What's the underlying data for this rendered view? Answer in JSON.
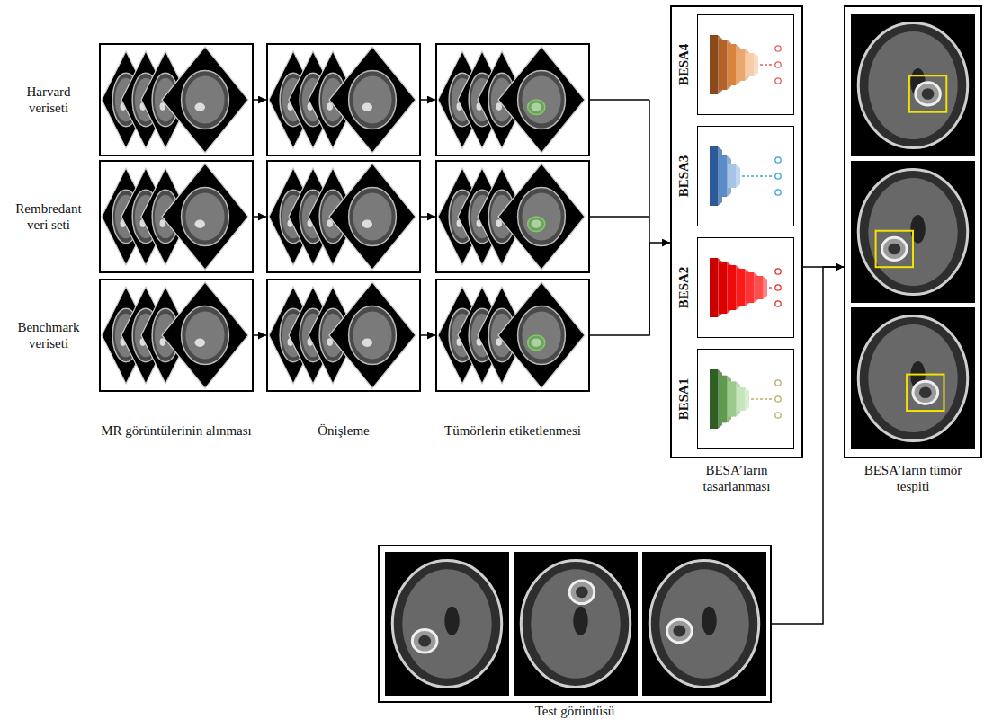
{
  "diagram": {
    "nodes": [
      {
        "text": [
          "Harvard veriseti"
        ]
      },
      {
        "text": [
          "Rembredant veri seti"
        ]
      },
      {
        "text": [
          "Benchmark veriseti",
          "MR görüntülerinin alınması"
        ]
      },
      {
        "text": [
          "Önişleme"
        ]
      },
      {
        "text": [
          "Tümörlerin etiketlenmesi"
        ]
      },
      {
        "text": [
          "BESA’ların tasarlanması"
        ]
      },
      {
        "text": [
          "BESA4"
        ],
        "in": 5
      },
      {
        "text": [
          "BESA3"
        ],
        "in": 5
      },
      {
        "text": [
          "BESA2"
        ],
        "in": 5
      },
      {
        "text": [
          "BESA1"
        ],
        "in": 5
      },
      {
        "text": [
          "BESA’ların tümör tespiti"
        ]
      },
      {
        "text": [
          "Test görüntüsü"
        ]
      }
    ],
    "edges": [
      {
        "from": 2,
        "to": 3,
        "arrow": "to"
      },
      {
        "from": 3,
        "to": 4,
        "arrow": "to"
      },
      {
        "from": 4,
        "to": 5,
        "arrow": "to"
      },
      {
        "from": 5,
        "to": 10,
        "arrow": "to"
      },
      {
        "from": 11,
        "to": 10,
        "arrow": "to"
      }
    ]
  }
}
